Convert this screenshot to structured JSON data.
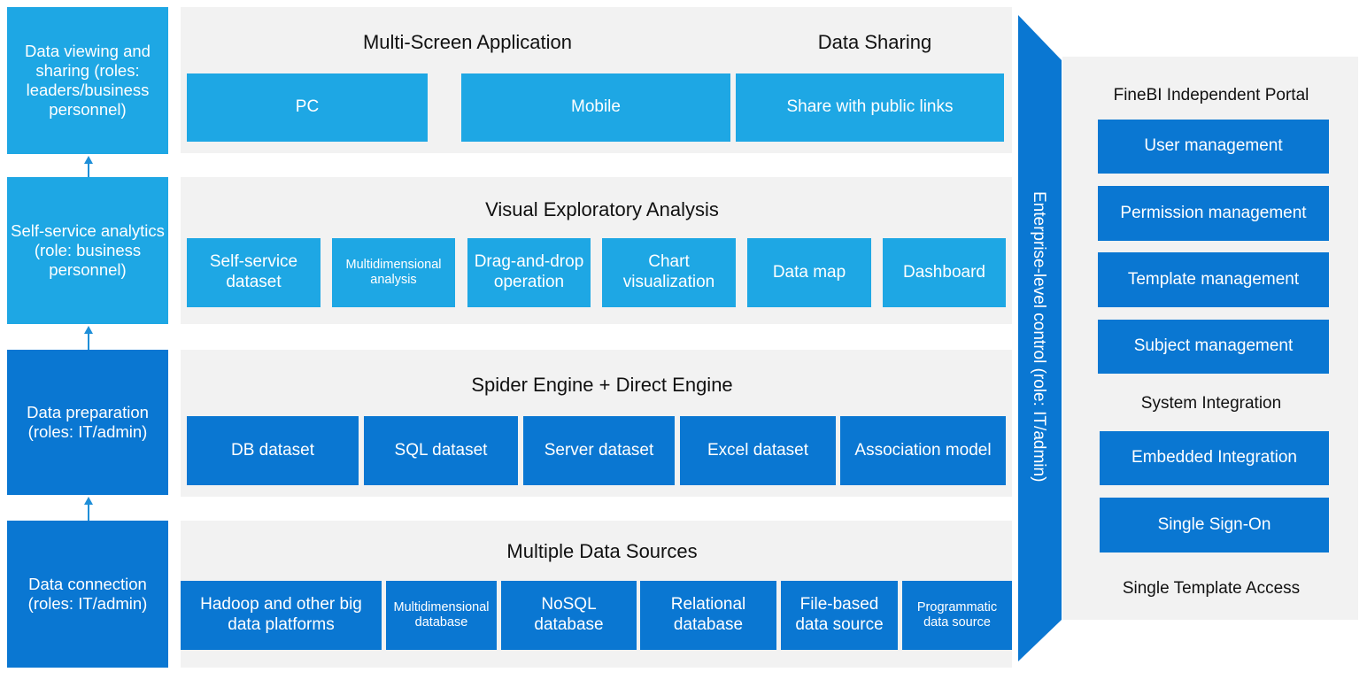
{
  "layers": {
    "viewing": "Data viewing and sharing (roles: leaders/business personnel)",
    "selfservice": "Self-service analytics (role: business personnel)",
    "preparation": "Data preparation (roles: IT/admin)",
    "connection": "Data connection (roles: IT/admin)"
  },
  "row1": {
    "title_left": "Multi-Screen Application",
    "title_right": "Data Sharing",
    "items": [
      "PC",
      "Mobile",
      "Share with public links"
    ]
  },
  "row2": {
    "title": "Visual Exploratory Analysis",
    "items": [
      "Self-service dataset",
      "Multidimensional analysis",
      "Drag-and-drop operation",
      "Chart visualization",
      "Data map",
      "Dashboard"
    ]
  },
  "row3": {
    "title": "Spider Engine + Direct Engine",
    "items": [
      "DB dataset",
      "SQL dataset",
      "Server dataset",
      "Excel dataset",
      "Association model"
    ]
  },
  "row4": {
    "title": "Multiple Data Sources",
    "items": [
      "Hadoop and other big data platforms",
      "Multidimensional database",
      "NoSQL database",
      "Relational database",
      "File-based data source",
      "Programmatic data source"
    ]
  },
  "control": "Enterprise-level control (role: IT/admin)",
  "portal": {
    "title": "FineBI Independent Portal",
    "items": [
      "User management",
      "Permission management",
      "Template management",
      "Subject management"
    ],
    "integration_title": "System Integration",
    "integration_items": [
      "Embedded Integration",
      "Single Sign-On"
    ],
    "footer": "Single Template Access"
  },
  "colors": {
    "light_blue": "#1ea7e4",
    "dark_blue": "#0a77d2",
    "panel_gray": "#f2f2f2",
    "arrow_blue": "#1f8fd8"
  }
}
